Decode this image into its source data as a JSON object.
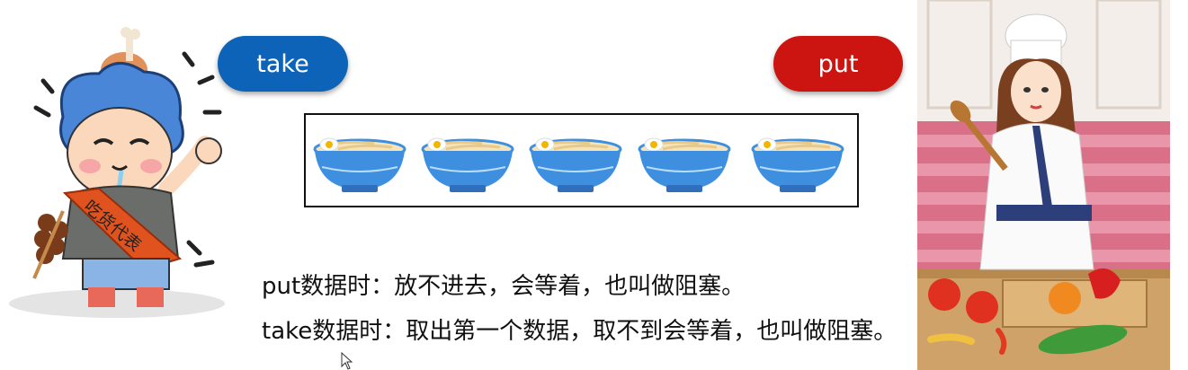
{
  "buttons": {
    "take_label": "take",
    "put_label": "put"
  },
  "queue": {
    "bowl_count": 5
  },
  "captions": {
    "put_text": "put数据时：放不进去，会等着，也叫做阻塞。",
    "take_text": "take数据时：取出第一个数据，取不到会等着，也叫做阻塞。"
  },
  "illustrations": {
    "left": "hungry-foodie-character",
    "left_sash_text": "吃货代表",
    "right": "chef-woman-character"
  },
  "colors": {
    "take": "#0d63b8",
    "put": "#cc1410",
    "bowl": "#3f8fe0"
  }
}
